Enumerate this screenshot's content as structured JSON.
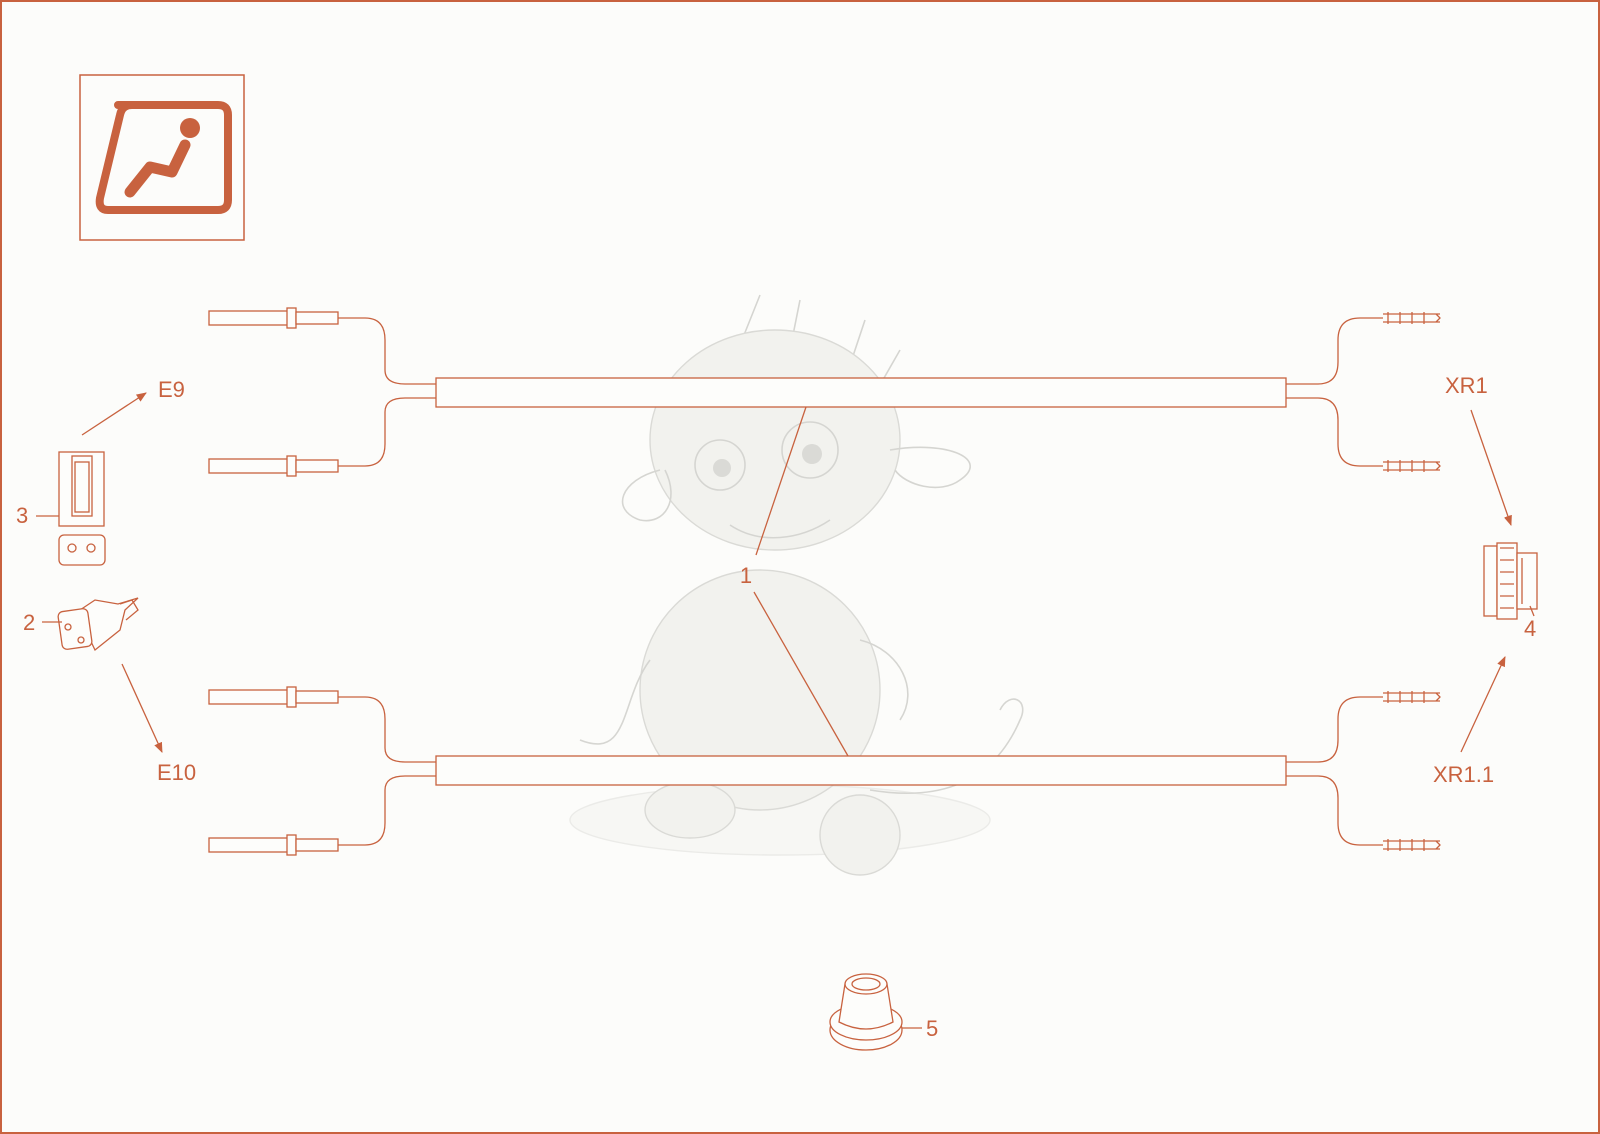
{
  "colors": {
    "accent": "#c8623f",
    "watermark": "#cfcfca",
    "background": "#fcfcfa"
  },
  "icon": {
    "name": "seat-icon"
  },
  "callouts": {
    "harness": "1",
    "bulb_holder": "2",
    "connector_housing": "3",
    "connector_round": "4",
    "grommet": "5"
  },
  "references": {
    "e9": "E9",
    "e10": "E10",
    "xr1": "XR1",
    "xr1_1": "XR1.1"
  }
}
